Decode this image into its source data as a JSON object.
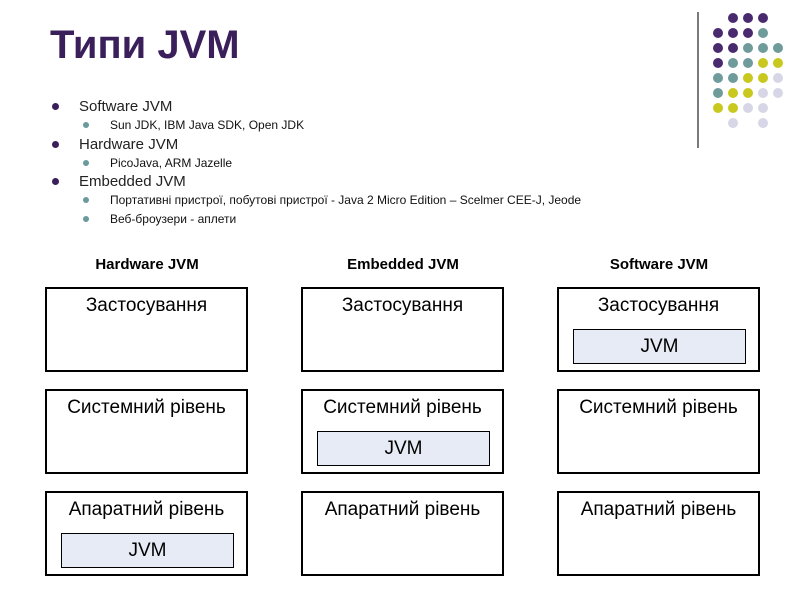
{
  "slide": {
    "title": "Типи JVM",
    "bullets": [
      {
        "label": "Software JVM",
        "sub": [
          "Sun JDK, IBM Java SDK, Open JDK"
        ]
      },
      {
        "label": "Hardware JVM",
        "sub": [
          "PicoJava, ARM Jazelle"
        ]
      },
      {
        "label": "Embedded JVM",
        "sub": [
          "Портативні пристрої, побутові пристрої - Java 2 Micro Edition – Scelmer CEE-J, Jeode",
          "Веб-броузери - аплети"
        ]
      }
    ]
  },
  "diagram": {
    "columns": [
      {
        "heading": "Hardware JVM",
        "layers": [
          "Застосування",
          "Системний рівень",
          "Апаратний рівень"
        ],
        "jvm_layer": 2
      },
      {
        "heading": "Embedded JVM",
        "layers": [
          "Застосування",
          "Системний рівень",
          "Апаратний рівень"
        ],
        "jvm_layer": 1
      },
      {
        "heading": "Software JVM",
        "layers": [
          "Застосування",
          "Системний рівень",
          "Апаратний рівень"
        ],
        "jvm_layer": 0
      }
    ],
    "jvm_label": "JVM"
  },
  "colors": {
    "title": "#3a1f5a",
    "dot_purple": "#4a2a6e",
    "dot_teal": "#6f9b9b",
    "dot_yellow": "#c8c81e",
    "dot_lavender": "#d6d6e6"
  }
}
